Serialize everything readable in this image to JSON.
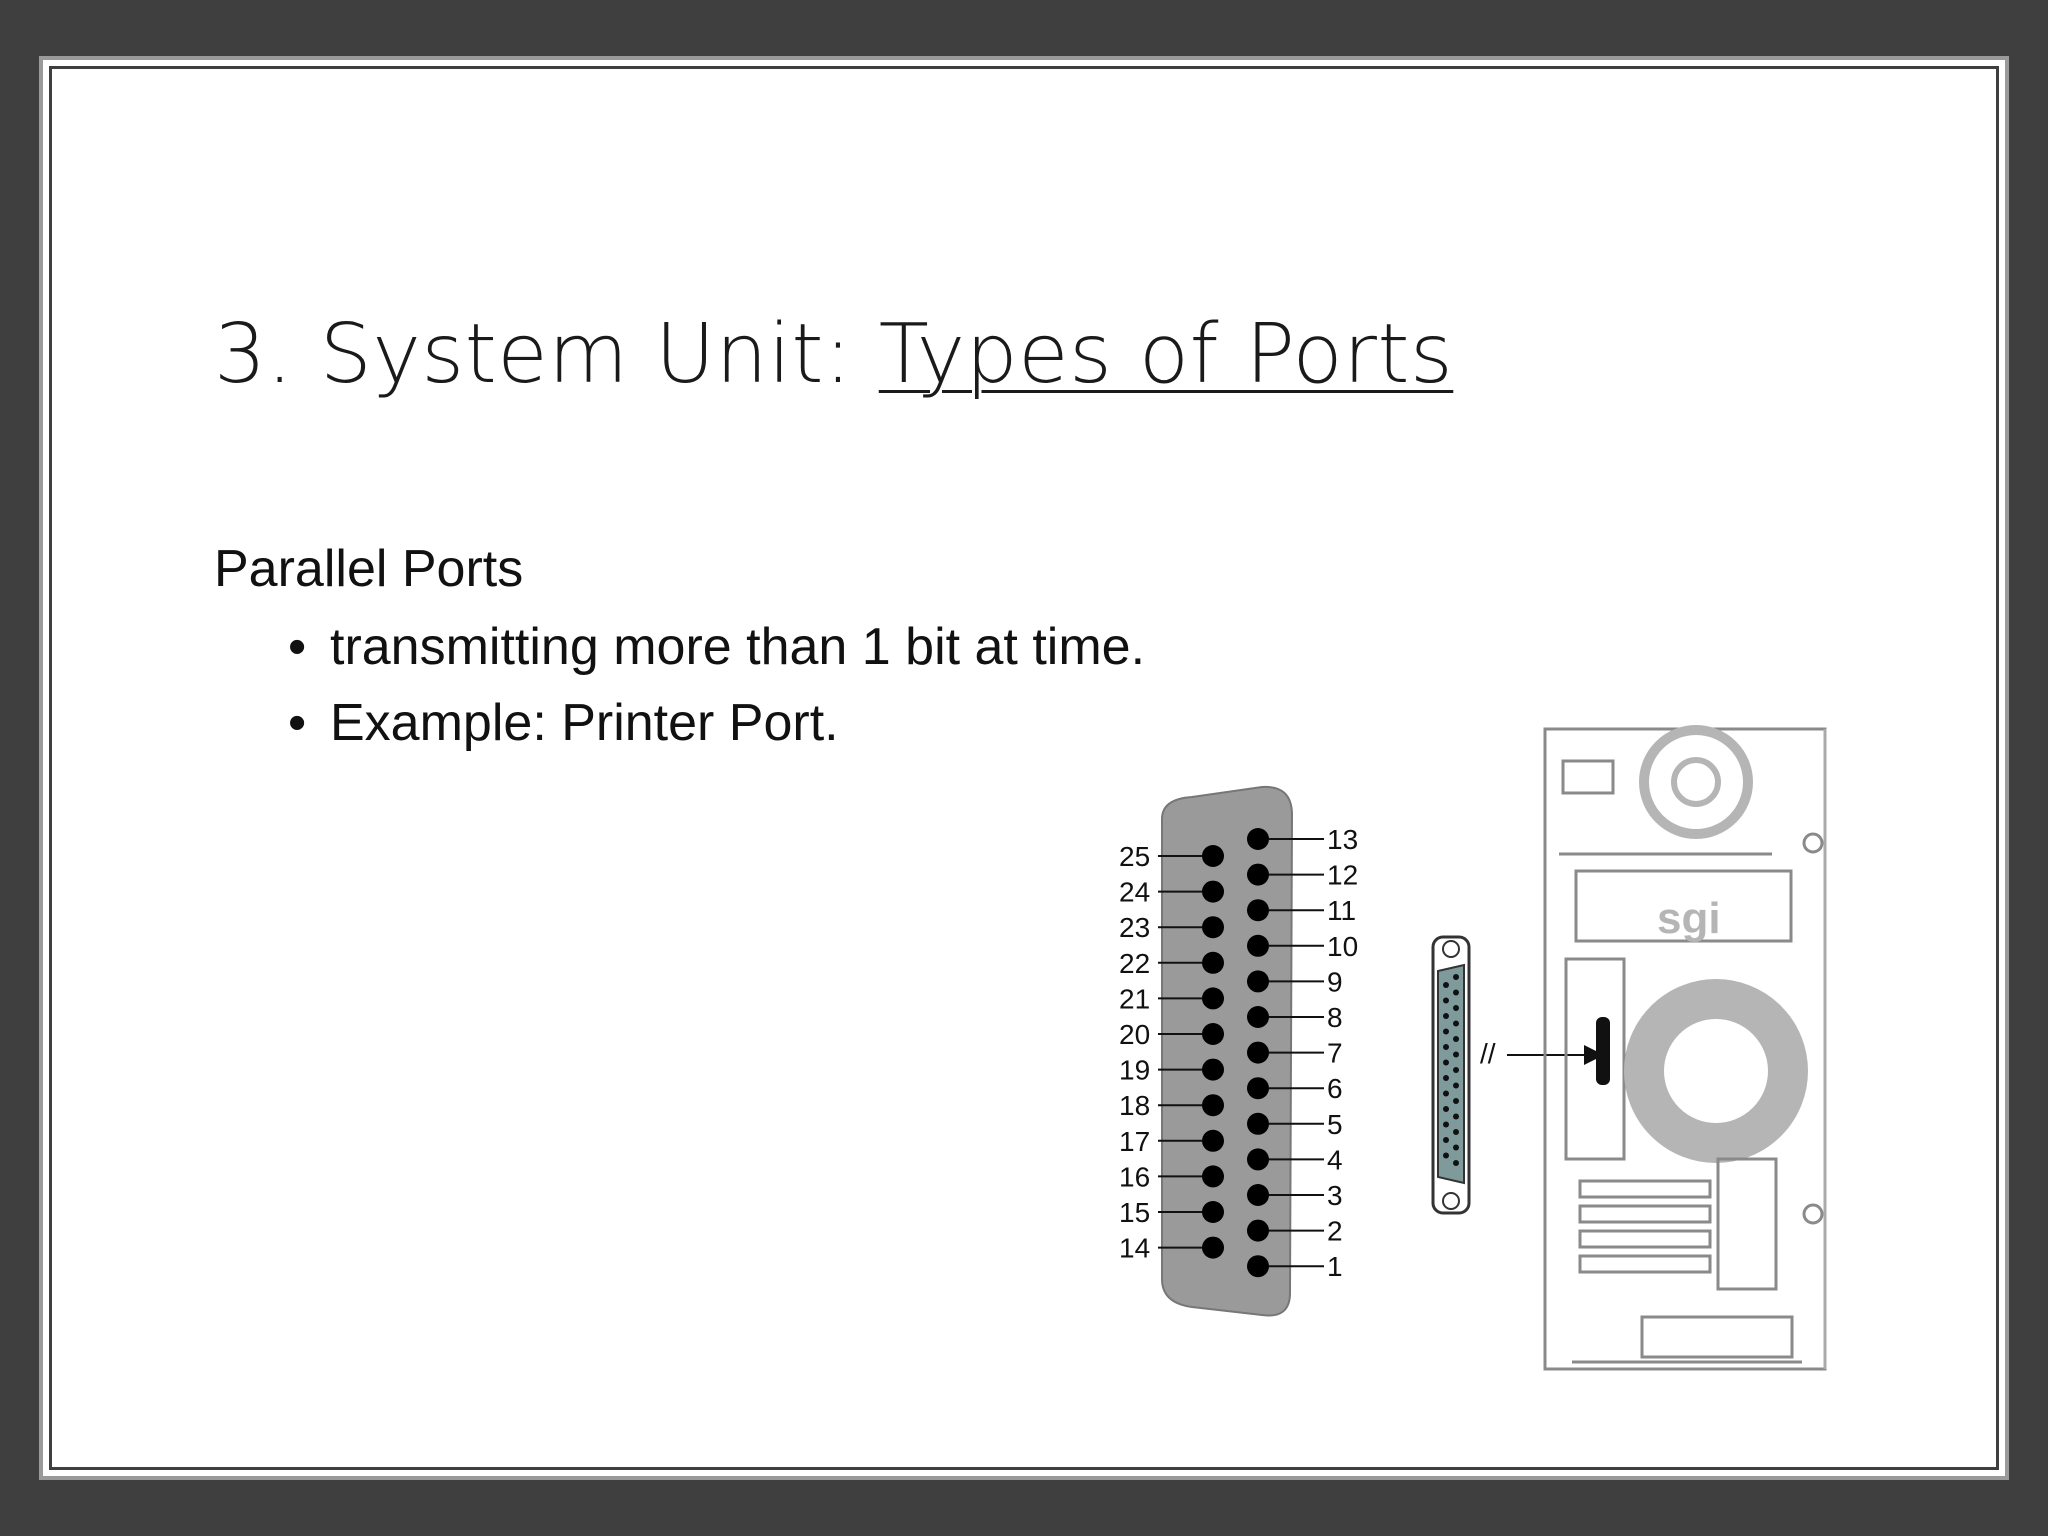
{
  "slide": {
    "title_prefix": "3. System Unit: ",
    "title_underlined": "Types of Ports",
    "section_heading": "Parallel Ports",
    "bullets": [
      {
        "marker": "•",
        "text": "transmitting more than 1 bit at time."
      },
      {
        "marker": "•",
        "text": "Example: Printer Port."
      }
    ]
  },
  "diagram": {
    "pins_top_row": [
      "13",
      "12",
      "11",
      "10",
      "9",
      "8",
      "7",
      "6",
      "5",
      "4",
      "3",
      "2",
      "1"
    ],
    "pins_bottom_row": [
      "25",
      "24",
      "23",
      "22",
      "21",
      "20",
      "19",
      "18",
      "17",
      "16",
      "15",
      "14"
    ],
    "tower_label": "sgi",
    "cable_break_mark": "//",
    "colors": {
      "connector": "#9a9a9a",
      "pin": "#000000",
      "tower_line": "#8a8a8a",
      "fan": "#b5b5b5",
      "connector_fill": "#7f9a9a"
    }
  }
}
